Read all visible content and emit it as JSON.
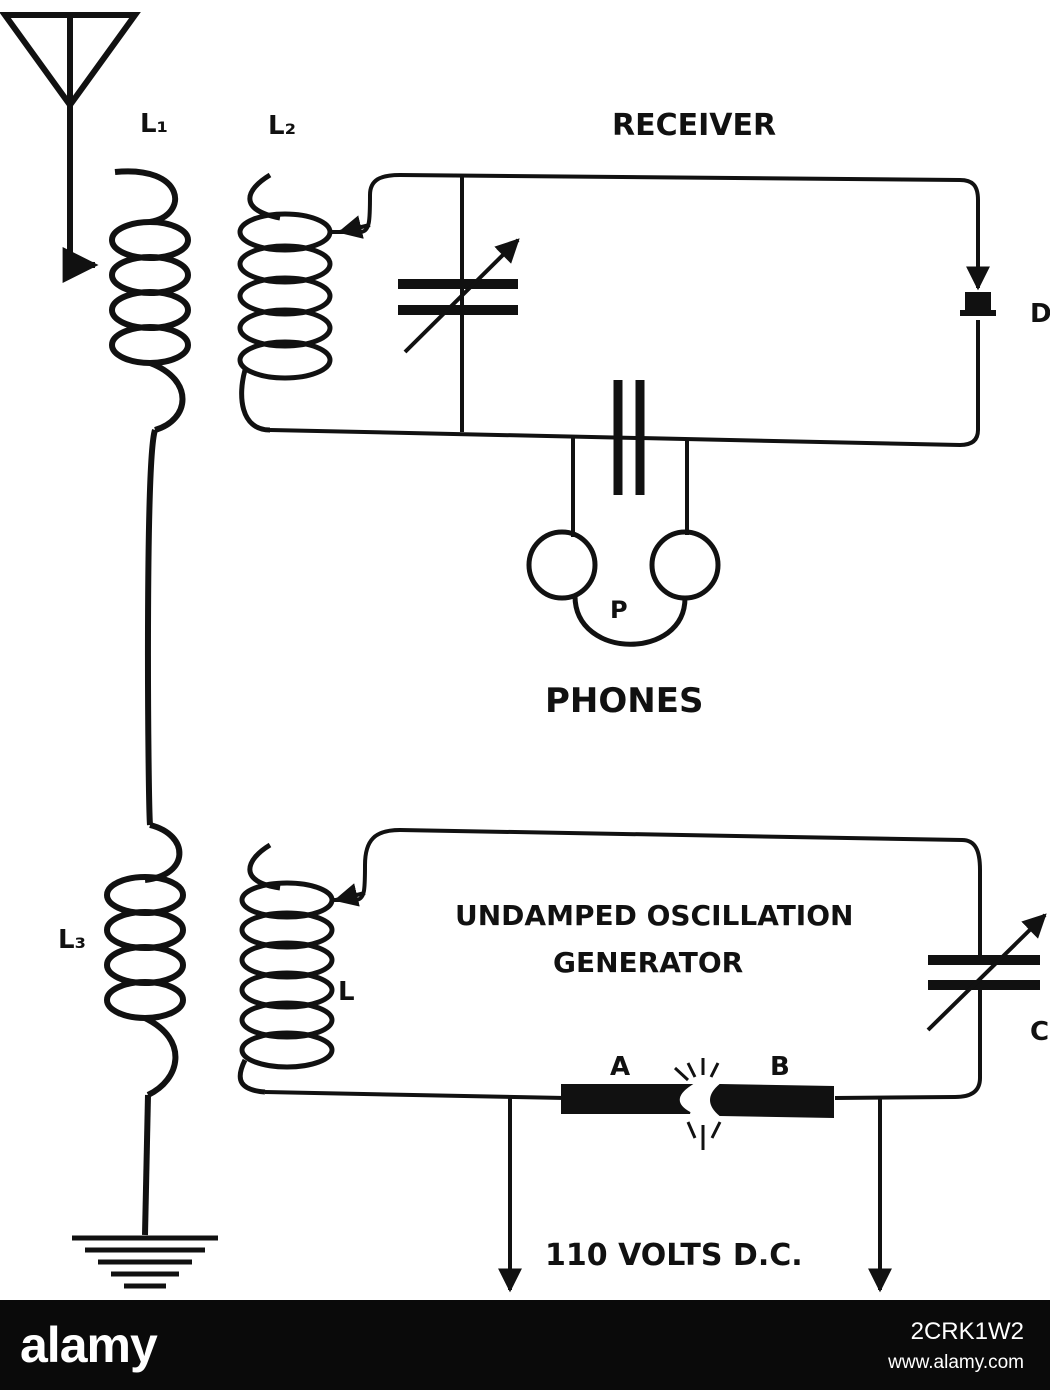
{
  "diagram": {
    "labels": {
      "l1": "L₁",
      "l2": "L₂",
      "l3": "L₃",
      "l": "L",
      "d": "D",
      "c": "C",
      "p": "P",
      "a": "A",
      "b": "B",
      "receiver": "RECEIVER",
      "phones": "PHONES",
      "generator_line1": "UNDAMPED OSCILLATION",
      "generator_line2": "GENERATOR",
      "supply": "110 VOLTS D.C."
    },
    "ink_color": "#111111"
  },
  "footer": {
    "brand": "alamy",
    "image_id": "2CRK1W2",
    "site": "www.alamy.com",
    "background": "#0a0a0a"
  }
}
